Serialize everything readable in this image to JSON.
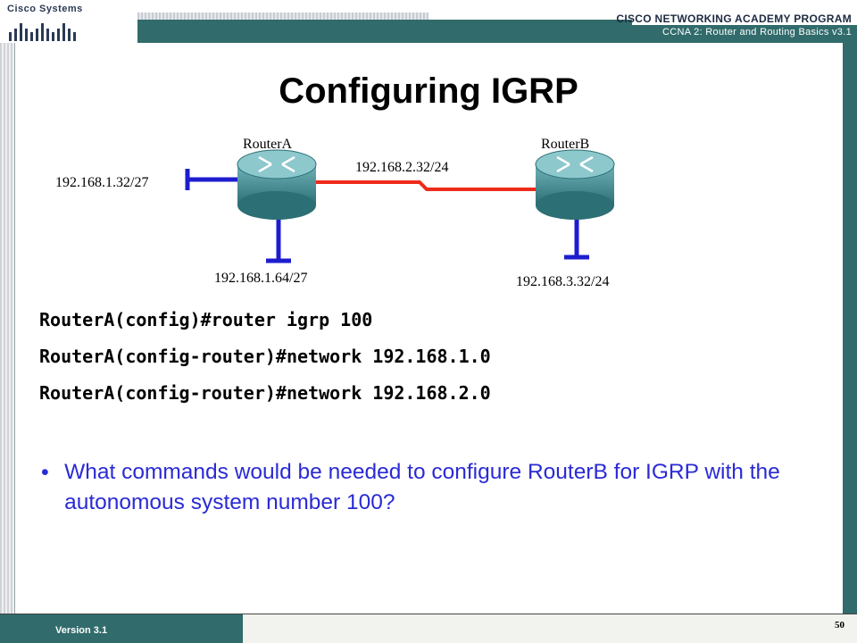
{
  "header": {
    "logo_text": "Cisco Systems",
    "program": "CISCO NETWORKING ACADEMY PROGRAM",
    "course": "CCNA 2: Router and Routing Basics v3.1"
  },
  "slide": {
    "title": "Configuring IGRP"
  },
  "diagram": {
    "router_a": "RouterA",
    "router_b": "RouterB",
    "net_a_left": "192.168.1.32/27",
    "net_a_bottom": "192.168.1.64/27",
    "net_serial": "192.168.2.32/24",
    "net_b_bottom": "192.168.3.32/24",
    "colors": {
      "serial_link": "#ef2b1a",
      "lan_link": "#1d1dcf",
      "router": "#3f8a90"
    },
    "icons": [
      "router-icon",
      "router-icon"
    ]
  },
  "code": {
    "lines": [
      "RouterA(config)#router igrp 100",
      "RouterA(config-router)#network 192.168.1.0",
      "RouterA(config-router)#network 192.168.2.0"
    ]
  },
  "bullet": {
    "text": "What commands would be needed to configure RouterB for IGRP with the autonomous system number 100?"
  },
  "footer": {
    "version": "Version 3.1",
    "page_number": "50"
  }
}
